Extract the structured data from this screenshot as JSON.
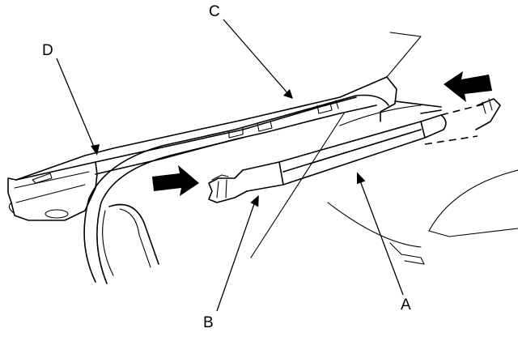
{
  "callouts": {
    "a": "A",
    "b": "B",
    "c": "C",
    "d": "D"
  },
  "icons": {
    "push_left": "arrow-left-icon",
    "push_right": "arrow-right-icon"
  },
  "colors": {
    "ink": "#000000",
    "background": "#ffffff"
  }
}
